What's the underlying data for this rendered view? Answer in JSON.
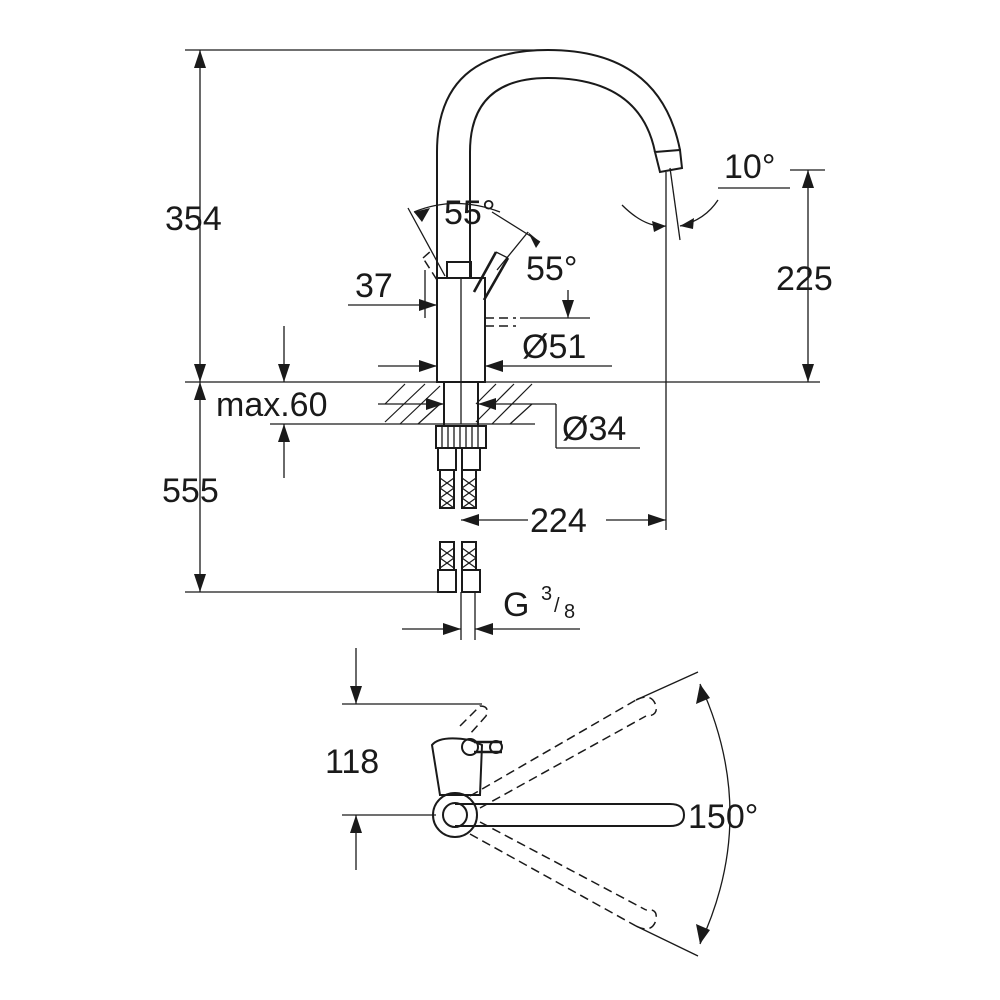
{
  "drawing": {
    "type": "faucet technical dimension drawing",
    "stroke_color": "#1a1a1a",
    "background": "#ffffff"
  },
  "dimensions": {
    "total_height": "354",
    "spout_height": "225",
    "handle_offset": "37",
    "body_diameter": "Ø51",
    "hole_diameter": "Ø34",
    "max_counter": "max.60",
    "hose_length": "555",
    "spout_reach": "224",
    "lever_angle_front": "55°",
    "lever_angle_back": "55°",
    "spout_tilt": "10°",
    "connection_thread": "G",
    "thread_num": "3",
    "thread_den": "8",
    "top_offset": "118",
    "swivel_angle": "150°"
  }
}
